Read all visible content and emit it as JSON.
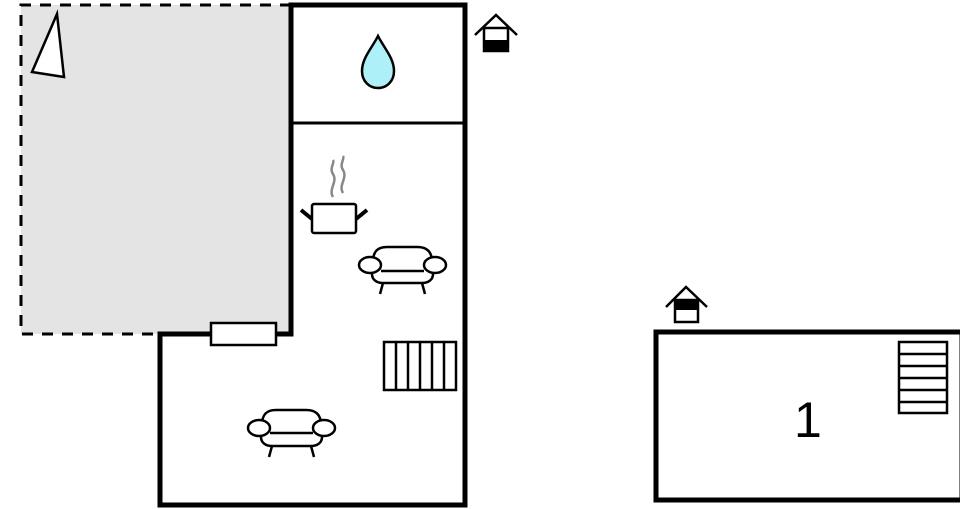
{
  "floorplan": {
    "colors": {
      "wall": "#000000",
      "terrace_fill": "#e4e4e4",
      "water_drop": "#aef0f8",
      "steam": "#888888",
      "background": "#ffffff"
    },
    "areas": [
      {
        "id": "terrace",
        "type": "outdoor-terrace",
        "style": "dashed-gray"
      },
      {
        "id": "bathroom",
        "type": "room",
        "icon": "water-drop-icon"
      },
      {
        "id": "kitchen-living",
        "type": "room",
        "icons": [
          "cooking-pot-icon",
          "sofa-icon",
          "stairs-icon"
        ]
      },
      {
        "id": "living-lower",
        "type": "room",
        "icons": [
          "sofa-icon"
        ]
      },
      {
        "id": "annex",
        "type": "room",
        "label": "1",
        "icons": [
          "stairs-icon"
        ]
      }
    ],
    "symbols": {
      "compass": "north-arrow-icon",
      "entrance_main": "entrance-icon",
      "entrance_annex": "entrance-icon",
      "window": "window-icon"
    },
    "annex_label": "1"
  }
}
